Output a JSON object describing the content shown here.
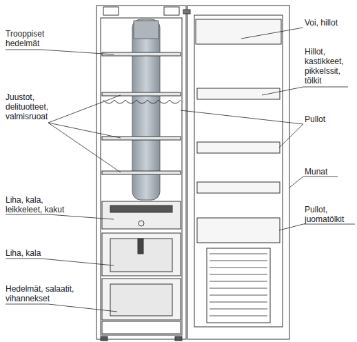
{
  "diagram": {
    "labels": [
      "Trooppiset hedelmät",
      "Juustot, delituotteet, valmisruoat",
      "Liha, kala, leikkeleet, kakut",
      "Liha, kala",
      "Hedelmät, salaatit, vihannekset",
      "Voi, hillot",
      "Hillot, kastikkeet, pikkelssit, tölkit",
      "Pullot",
      "Munat",
      "Pullot, juomatölkit"
    ]
  }
}
